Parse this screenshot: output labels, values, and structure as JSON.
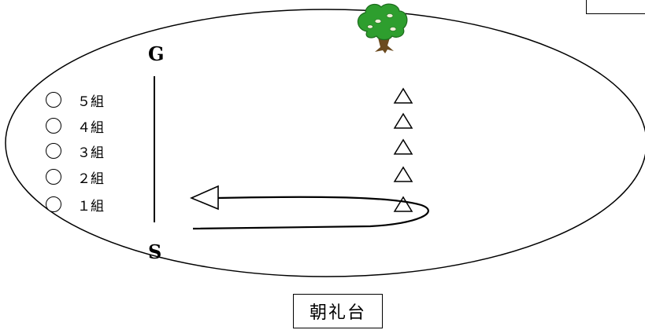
{
  "goal_label": "G",
  "start_label": "S",
  "platform_label": "朝礼台",
  "groups": [
    {
      "label": "５組"
    },
    {
      "label": "４組"
    },
    {
      "label": "３組"
    },
    {
      "label": "２組"
    },
    {
      "label": "１組"
    }
  ],
  "cone_count": 5,
  "colors": {
    "line": "#000000",
    "tree_leaf": "#2e9e2e",
    "tree_trunk": "#6b4a1f"
  }
}
